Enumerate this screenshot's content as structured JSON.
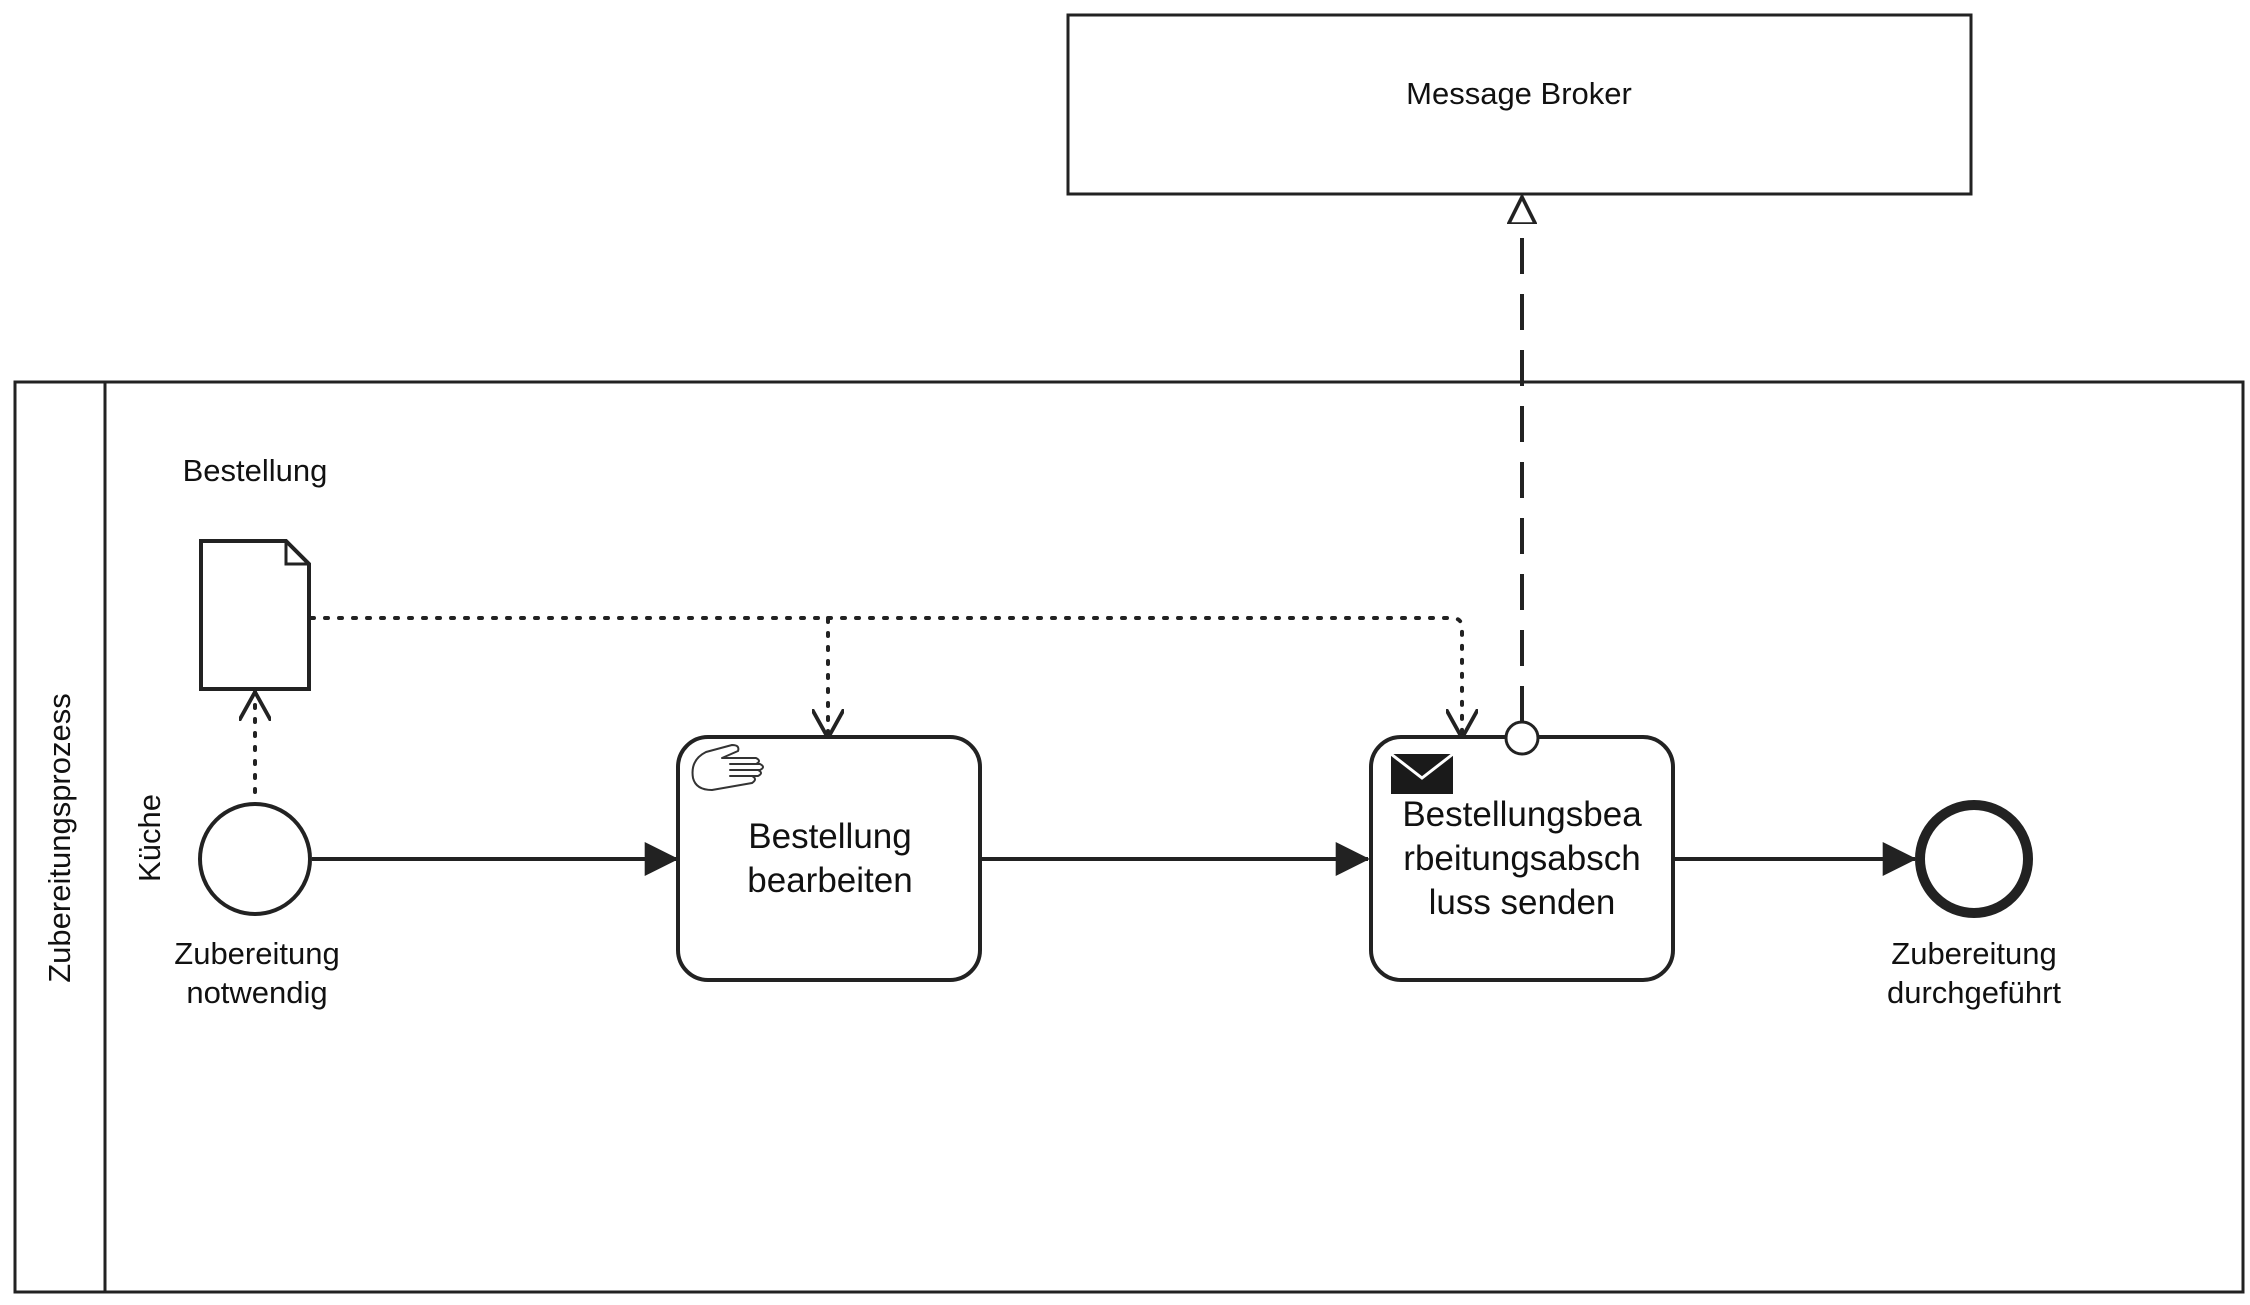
{
  "diagram": {
    "participants": {
      "broker": "Message Broker",
      "pool": "Zubereitungsprozess",
      "lane": "Küche"
    },
    "data_object": {
      "label": "Bestellung"
    },
    "start_event": {
      "line1": "Zubereitung",
      "line2": "notwendig"
    },
    "task_manual": {
      "line1": "Bestellung",
      "line2": "bearbeiten"
    },
    "task_send": {
      "line1": "Bestellungsbea",
      "line2": "rbeitungsabsch",
      "line3": "luss senden"
    },
    "end_event": {
      "line1": "Zubereitung",
      "line2": "durchgeführt"
    },
    "icons": {
      "task_manual": "hand-icon",
      "task_send": "envelope-icon",
      "data_object": "document-icon"
    },
    "colors": {
      "stroke": "#222222",
      "background": "#ffffff"
    }
  }
}
